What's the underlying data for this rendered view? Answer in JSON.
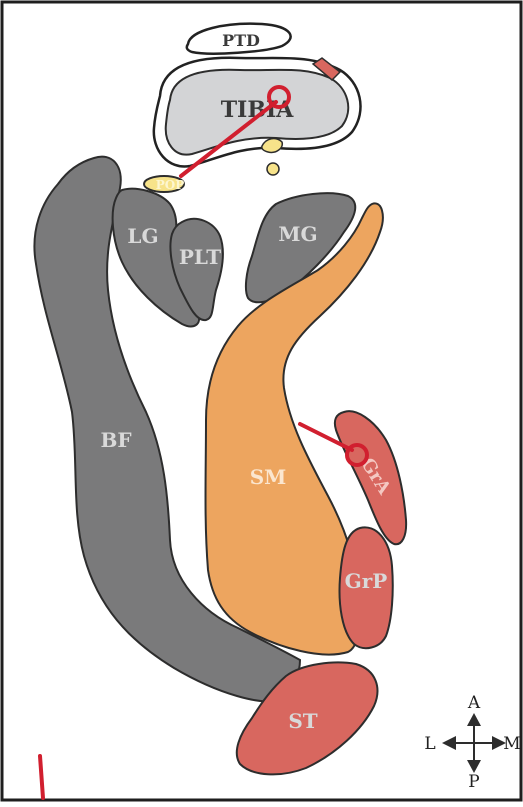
{
  "colors": {
    "frame": "#1e1e1e",
    "gray_muscle": "#7a7a7b",
    "gray_muscle_light": "#8a8a8b",
    "semimembranosus": "#eda55f",
    "red_muscle": "#d8675f",
    "bone": "#d3d4d6",
    "bone_ring": "#ffffff",
    "yellow": "#f7e38a",
    "marker_red": "#d11f2f"
  },
  "labels": {
    "ptd": "PTD",
    "tibia": "TIBIA",
    "pop": "POP",
    "lg": "LG",
    "plt": "PLT",
    "mg": "MG",
    "bf": "BF",
    "sm": "SM",
    "gra": "GrA",
    "grp": "GrP",
    "st": "ST"
  },
  "compass": {
    "anterior": "A",
    "posterior": "P",
    "lateral": "L",
    "medial": "M"
  }
}
